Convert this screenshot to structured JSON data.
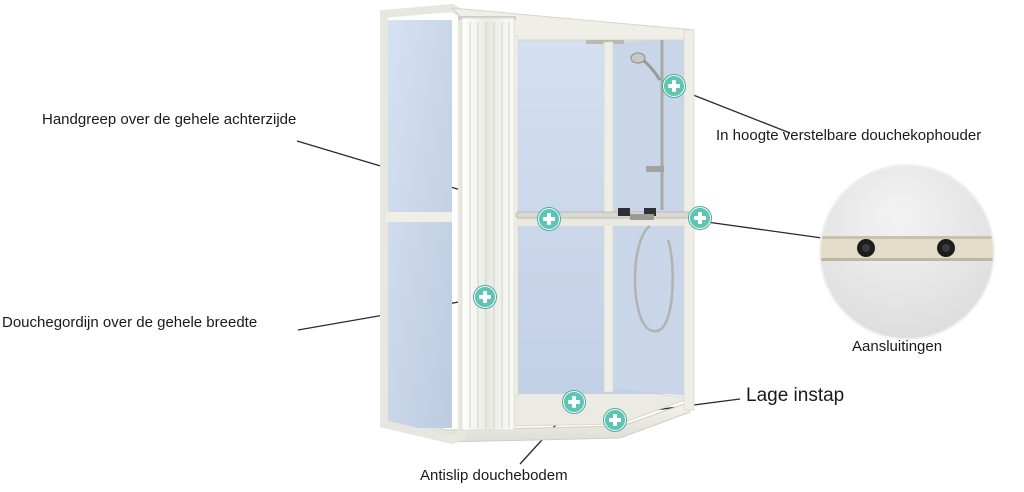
{
  "labels": {
    "handgreep": "Handgreep over de gehele achterzijde",
    "douchegordijn": "Douchegordijn over de gehele breedte",
    "douchekophouder": "In hoogte verstelbare douchekophouder",
    "aansluitingen": "Aansluitingen",
    "lage_instap": "Lage instap",
    "antislip": "Antislip douchebodem"
  },
  "colors": {
    "hotspot": "#5ec4b4",
    "frame": "#eeeee6",
    "panel": "#cbd8ea",
    "text": "#1a1a1a"
  },
  "icons": [
    "plus-hotspot-icon"
  ]
}
